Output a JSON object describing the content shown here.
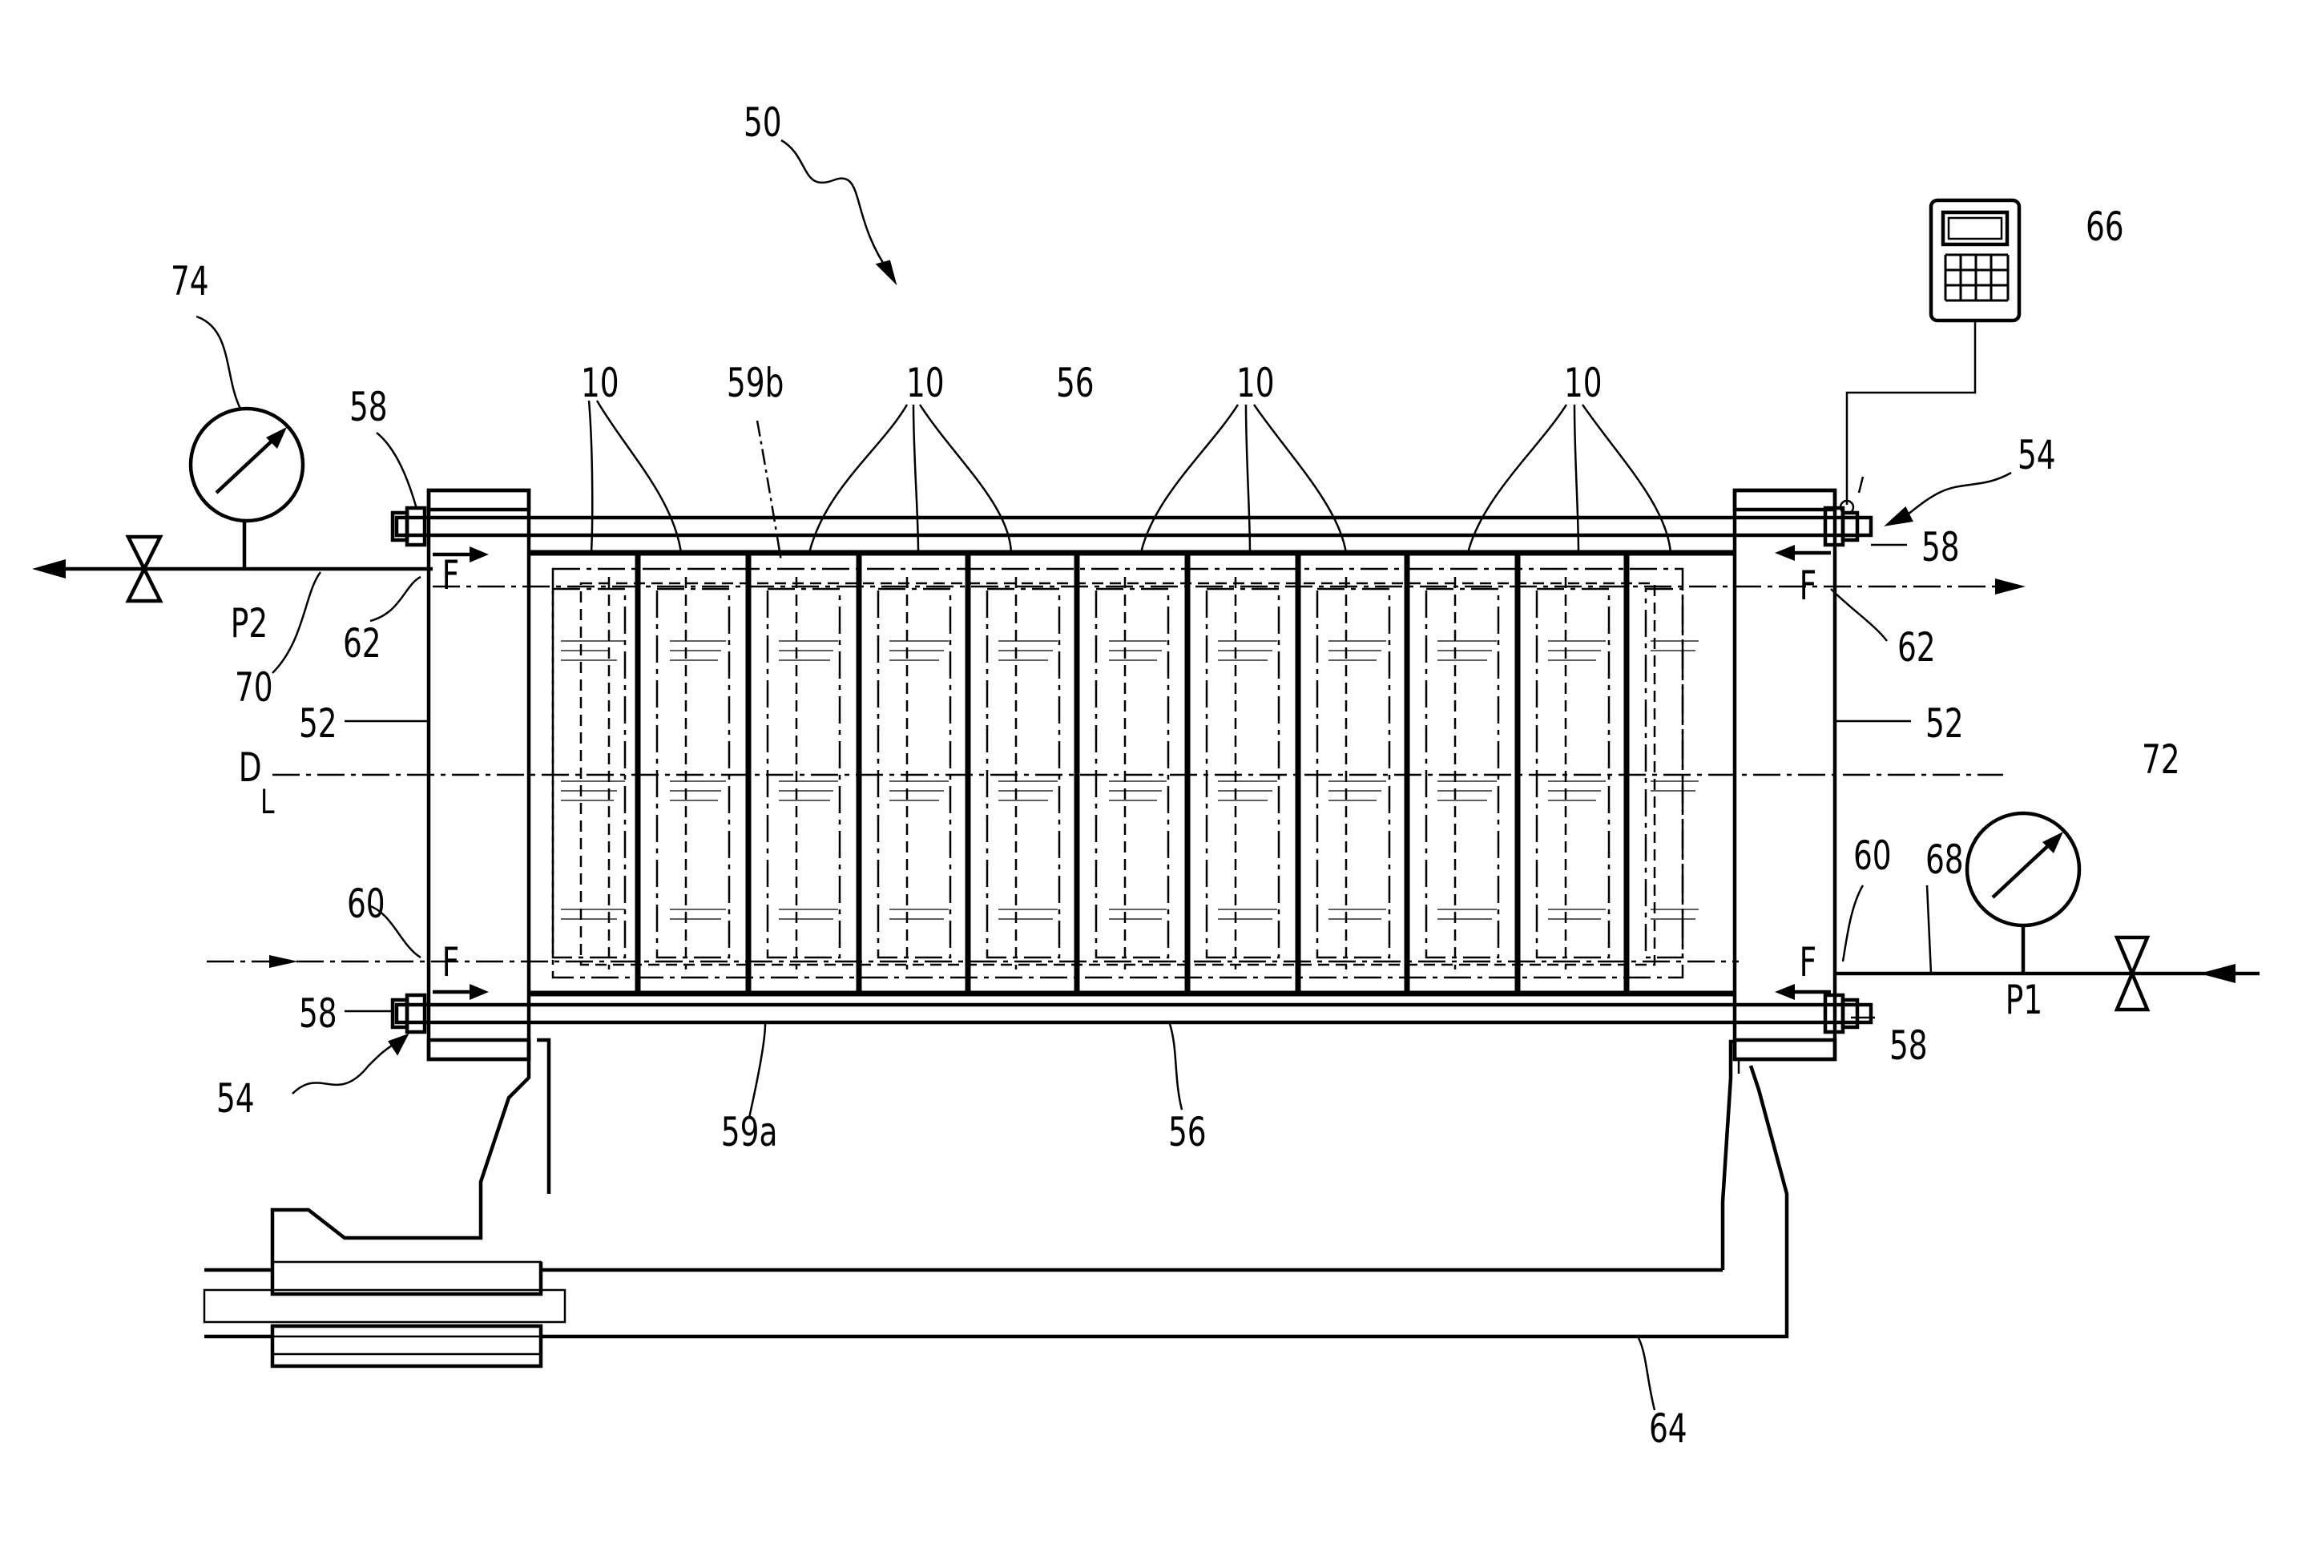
{
  "labels": {
    "assembly": "50",
    "gauge_left": "74",
    "gauge_right": "72",
    "controller": "66",
    "pressure_left": "P2",
    "pressure_right": "P1",
    "plate_left": "52",
    "plate_right": "52",
    "tie_rod_top": "56",
    "tie_rod_bottom": "56",
    "nut_top_left": "58",
    "nut_top_right": "58",
    "nut_bottom_left": "58",
    "nut_bottom_right": "58",
    "clamp_top_right": "54",
    "clamp_bottom_left": "54",
    "seal_outer": "59b",
    "seal_inner": "59a",
    "inlet_left": "60",
    "inlet_right": "60",
    "outlet_left": "62",
    "outlet_right": "62",
    "pipe_right": "68",
    "pipe_left": "70",
    "caliper": "64",
    "cell_group_1": "10",
    "cell_group_2": "10",
    "cell_group_3": "10",
    "cell_group_4": "10",
    "axis_main": "D",
    "axis_sub": "L",
    "force_tl": "F",
    "force_tr": "F",
    "force_bl": "F",
    "force_br": "F"
  }
}
